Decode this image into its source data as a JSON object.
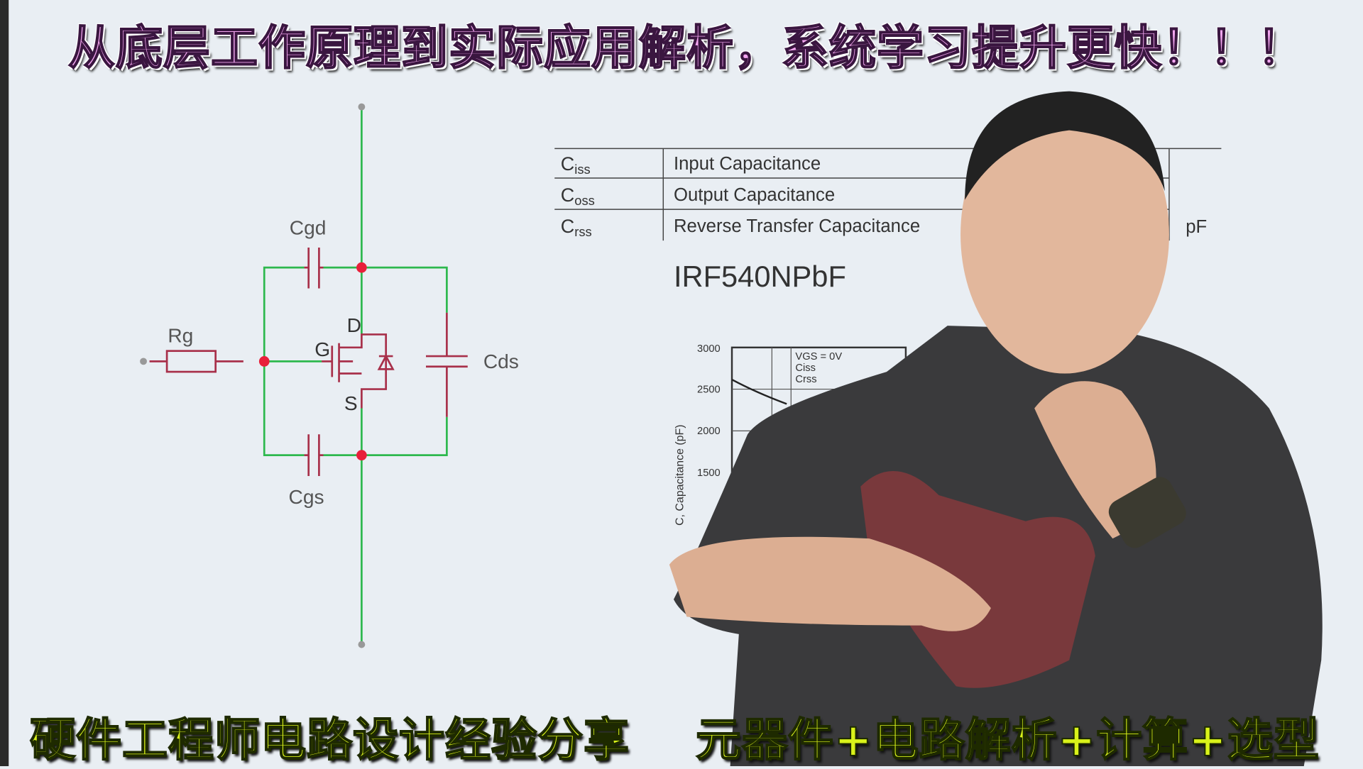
{
  "banner_top": "从底层工作原理到实际应用解析，系统学习提升更快！！！",
  "banner_bottom_left": "硬件工程师电路设计经验分享",
  "banner_bottom_right": "元器件+电路解析+计算+选型",
  "circuit": {
    "cgd": "Cgd",
    "cgs": "Cgs",
    "cds": "Cds",
    "rg": "Rg",
    "d": "D",
    "g": "G",
    "s": "S"
  },
  "table": {
    "rows": [
      {
        "sym": "C",
        "sub": "iss",
        "desc": "Input Capacitance"
      },
      {
        "sym": "C",
        "sub": "oss",
        "desc": "Output Capacitance"
      },
      {
        "sym": "C",
        "sub": "rss",
        "desc": "Reverse Transfer Capacitance"
      }
    ],
    "unit": "pF"
  },
  "part_number": "IRF540NPbF",
  "chart": {
    "ylabel": "C, Capacitance (pF)",
    "ticks": [
      "3000",
      "2500",
      "2000",
      "1500"
    ],
    "legend": [
      "VGS = 0V",
      "Ciss",
      "Crss"
    ]
  },
  "colors": {
    "wire": "#2db84d",
    "component": "#a8304a",
    "node": "#e8203a",
    "background": "#e9eef3"
  }
}
